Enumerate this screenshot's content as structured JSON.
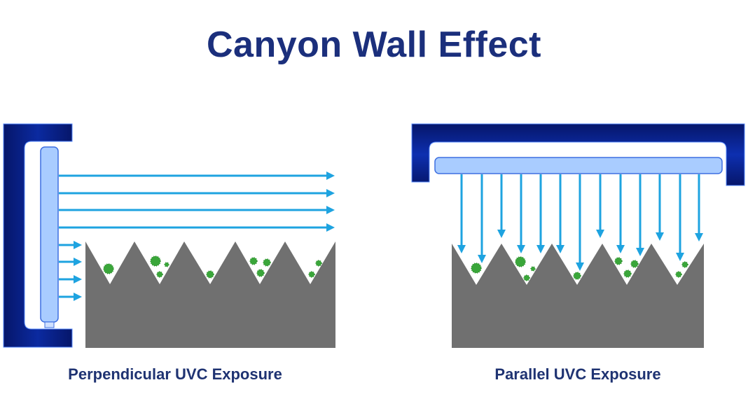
{
  "title": "Canyon Wall Effect",
  "panels": [
    {
      "caption": "Perpendicular UVC Exposure"
    },
    {
      "caption": "Parallel UVC Exposure"
    }
  ],
  "colors": {
    "title": "#1b2f7c",
    "bracket": "#0a1f7a",
    "lamp": "#a9ccff",
    "arrow": "#1ea3e0",
    "surface": "#6e6e6e",
    "germ": "#3aa63a"
  }
}
